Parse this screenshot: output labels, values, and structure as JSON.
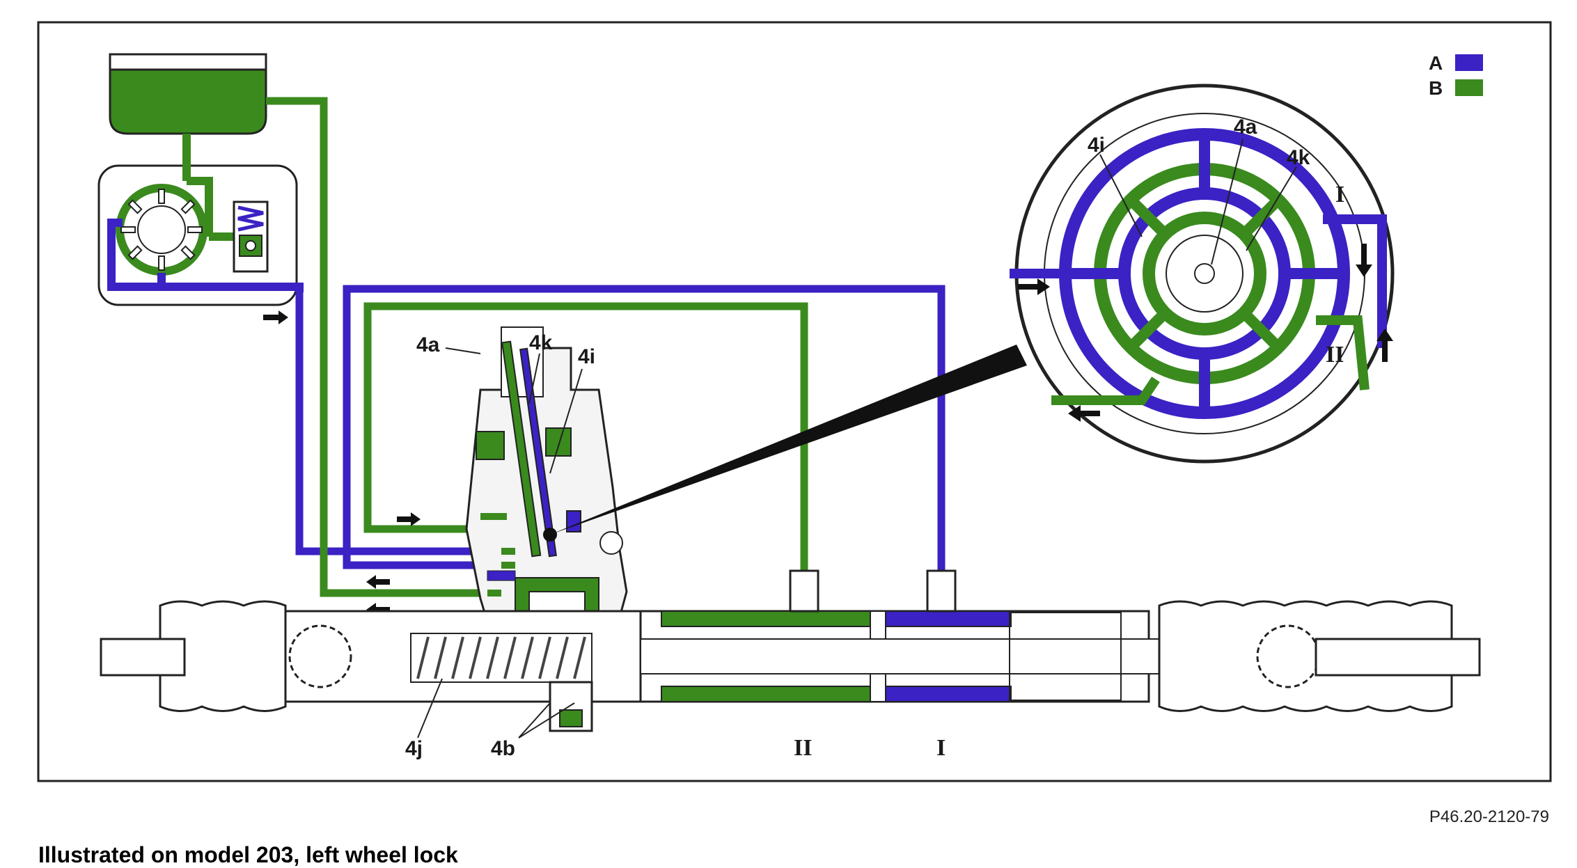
{
  "colors": {
    "pressure_a": "#3a22c4",
    "return_b": "#3a8a1e",
    "outline": "#222222"
  },
  "legend": [
    {
      "key": "A",
      "color": "#3a22c4"
    },
    {
      "key": "B",
      "color": "#3a8a1e"
    }
  ],
  "labels": {
    "valve_4a": "4a",
    "valve_4k": "4k",
    "valve_4i": "4i",
    "rack_4j": "4j",
    "pinion_4b": "4b",
    "chamber_ii": "II",
    "chamber_i": "I"
  },
  "detail_labels": {
    "valve_4a": "4a",
    "valve_4k": "4k",
    "valve_4i": "4i",
    "line_i": "I",
    "line_ii": "II"
  },
  "figure_code": "P46.20-2120-79",
  "caption": "Illustrated on model 203, left wheel lock"
}
